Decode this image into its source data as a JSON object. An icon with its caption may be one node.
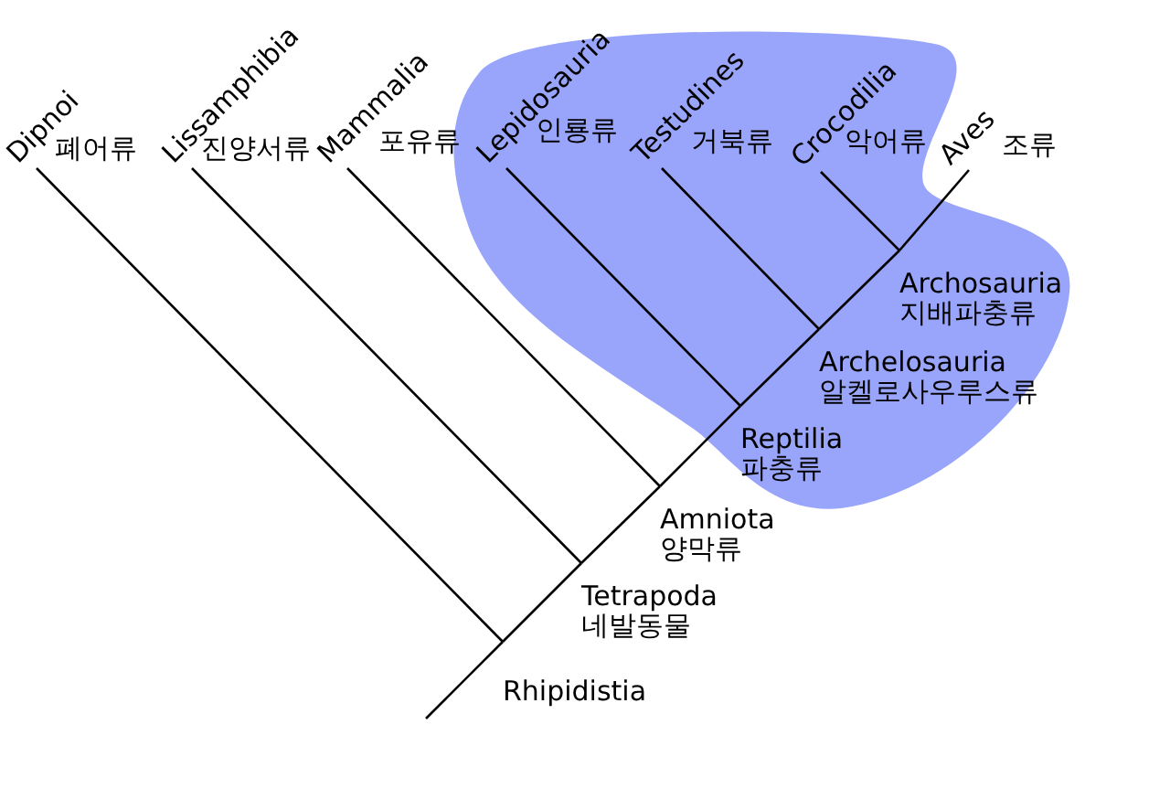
{
  "diagram": {
    "nodes": [
      {
        "text": [
          "Dipnoi",
          "폐어류"
        ]
      },
      {
        "text": [
          "Lissamphibia",
          "진양서류"
        ]
      },
      {
        "text": [
          "Mammalia",
          "포유류"
        ]
      },
      {
        "text": [
          "Lepidosauria",
          "인룡류"
        ]
      },
      {
        "text": [
          "Testudines",
          "거북류"
        ]
      },
      {
        "text": [
          "Crocodilia",
          "악어류"
        ]
      },
      {
        "text": [
          "Aves",
          "조류"
        ]
      },
      {
        "text": [
          "Archosauria",
          "지배파충류"
        ]
      },
      {
        "text": [
          "Archelosauria",
          "알켈로사우루스류"
        ]
      },
      {
        "text": [
          "Reptilia",
          "파충류"
        ]
      },
      {
        "text": [
          "Amniota",
          "양막류"
        ]
      },
      {
        "text": [
          "Tetrapoda",
          "네발동물"
        ]
      },
      {
        "text": [
          "Rhipidistia"
        ]
      }
    ],
    "edges": [
      {
        "from": null,
        "to": 12,
        "arrow": "none"
      },
      {
        "from": 12,
        "to": 0,
        "arrow": "none"
      },
      {
        "from": 12,
        "to": 11,
        "arrow": "none"
      },
      {
        "from": 11,
        "to": 1,
        "arrow": "none"
      },
      {
        "from": 11,
        "to": 10,
        "arrow": "none"
      },
      {
        "from": 10,
        "to": 2,
        "arrow": "none"
      },
      {
        "from": 10,
        "to": 9,
        "arrow": "none"
      },
      {
        "from": 9,
        "to": 3,
        "arrow": "none"
      },
      {
        "from": 9,
        "to": 8,
        "arrow": "none"
      },
      {
        "from": 8,
        "to": 4,
        "arrow": "none"
      },
      {
        "from": 8,
        "to": 7,
        "arrow": "none"
      },
      {
        "from": 7,
        "to": 5,
        "arrow": "none"
      },
      {
        "from": 7,
        "to": 6,
        "arrow": "none"
      }
    ]
  }
}
